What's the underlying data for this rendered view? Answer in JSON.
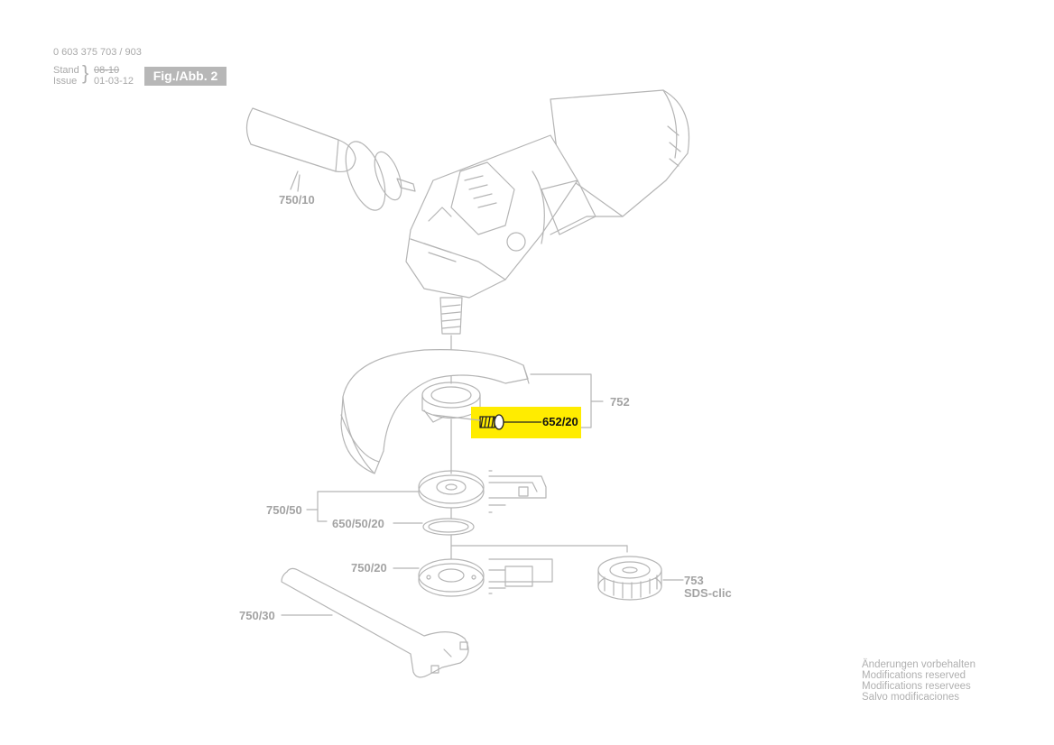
{
  "header": {
    "part_number": "0 603 375 703 / 903",
    "stand_label": "Stand",
    "issue_label": "Issue",
    "old_date": "08-10",
    "issue_date": "01-03-12",
    "figure": "Fig./Abb. 2"
  },
  "labels": {
    "handle": "750/10",
    "guard": "752",
    "screw": "652/20",
    "flange_set": "750/50",
    "oring": "650/50/20",
    "nut": "750/20",
    "wrench": "750/30",
    "sds_number": "753",
    "sds_name": "SDS-clic"
  },
  "footer": {
    "lines": [
      "Änderungen vorbehalten",
      "Modifications reserved",
      "Modifications reservees",
      "Salvo modificaciones"
    ]
  },
  "colors": {
    "highlight": "#ffec00",
    "line": "#b5b5b5",
    "label": "#a3a3a3"
  }
}
